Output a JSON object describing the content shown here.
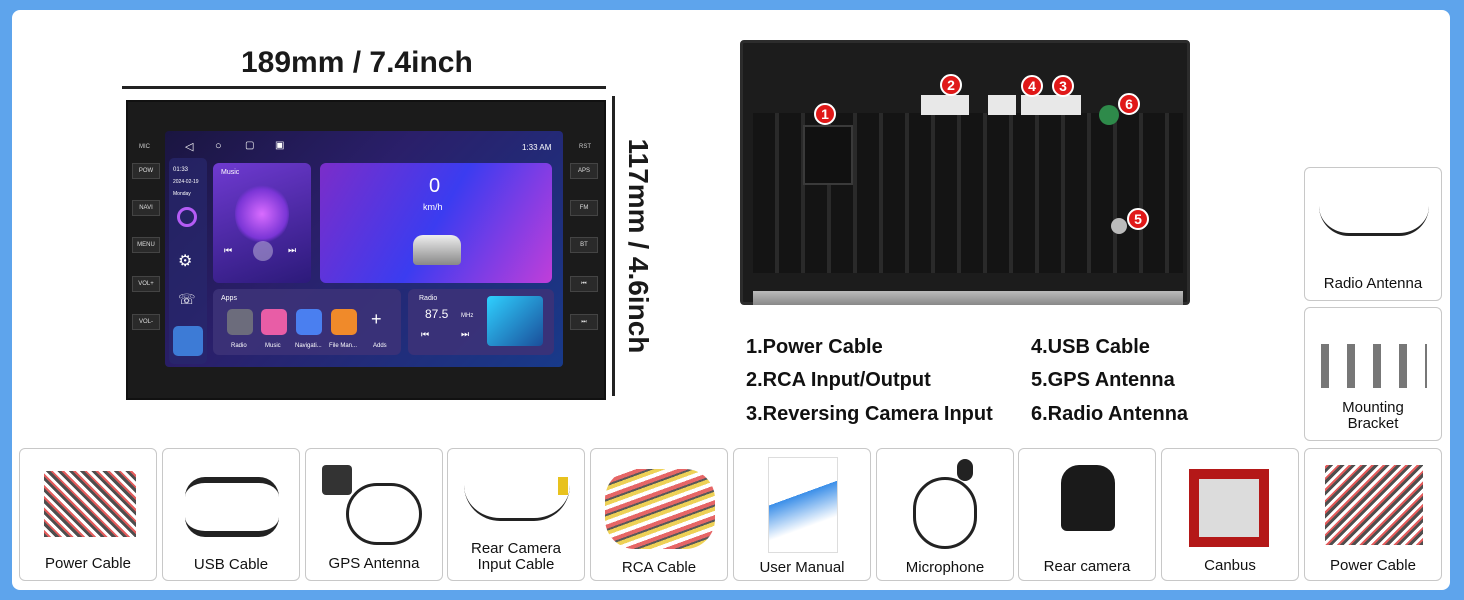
{
  "dimensions": {
    "width_label": "189mm / 7.4inch",
    "height_label": "117mm / 4.6inch"
  },
  "head_unit": {
    "left_buttons": [
      "POW",
      "NAVI",
      "MENU",
      "VOL+",
      "VOL-"
    ],
    "left_top_label": "MIC",
    "right_buttons": [
      "APS",
      "FM",
      "BT",
      "⏮",
      "⏭"
    ],
    "right_top_label": "RST",
    "status_time": "1:33 AM",
    "side_clock": "01:33",
    "side_date": "2024-02-19",
    "side_day": "Monday",
    "music_title": "Music",
    "speed_value": "0",
    "speed_unit": "km/h",
    "apps_title": "Apps",
    "apps": [
      "Radio",
      "Music",
      "Navigati...",
      "File Man...",
      "Adds"
    ],
    "radio_title": "Radio",
    "radio_freq": "87.5",
    "radio_unit": "MHz"
  },
  "ports": {
    "badges": [
      "1",
      "2",
      "4",
      "3",
      "6",
      "5"
    ],
    "legend_left": [
      "1.Power Cable",
      "2.RCA Input/Output",
      "3.Reversing Camera Input"
    ],
    "legend_right": [
      "4.USB Cable",
      "5.GPS Antenna",
      "6.Radio Antenna"
    ]
  },
  "accessories": {
    "side": [
      "Radio Antenna",
      "Mounting Bracket"
    ],
    "bottom": [
      "Power Cable",
      "USB Cable",
      "GPS Antenna",
      "Rear Camera Input Cable",
      "RCA Cable",
      "User Manual",
      "Microphone",
      "Rear camera",
      "Canbus",
      "Power Cable"
    ]
  },
  "colors": {
    "background": "#5ea4ec",
    "badge": "#e01818"
  }
}
